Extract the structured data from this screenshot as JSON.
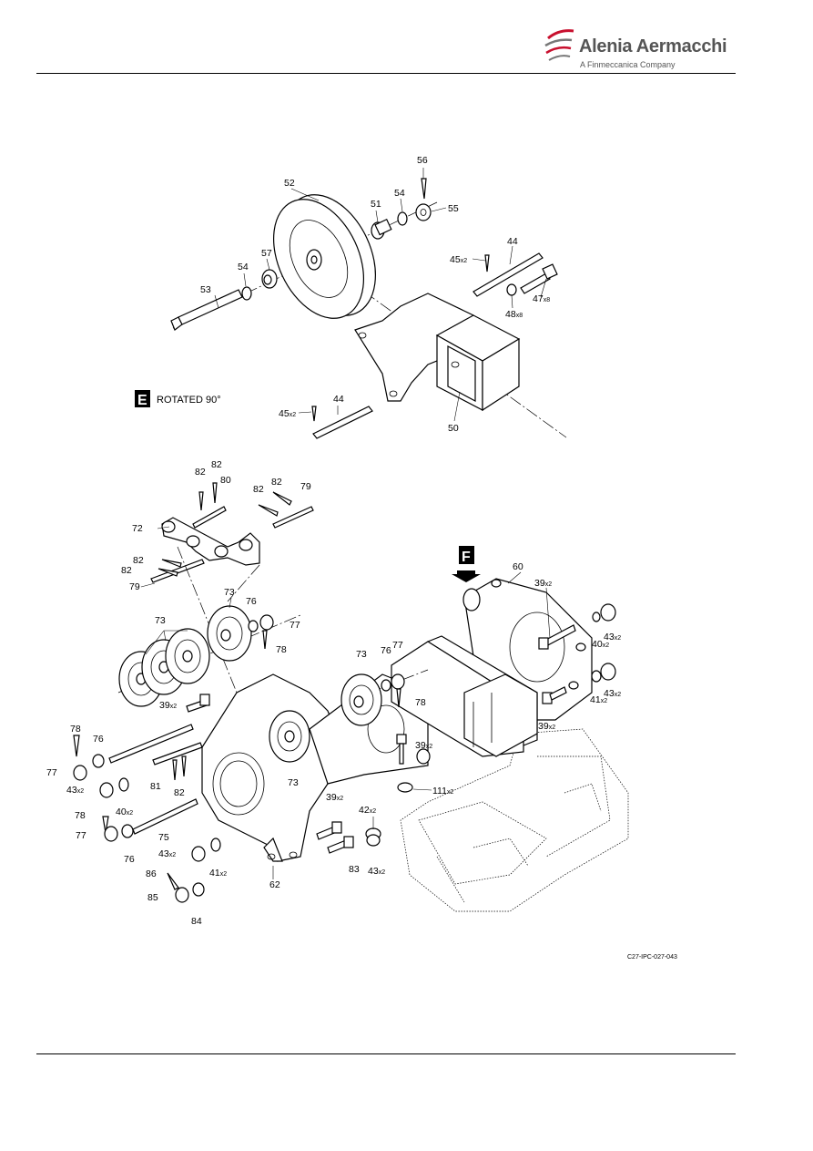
{
  "header": {
    "brand_name": "Alenia Aermacchi",
    "brand_tagline": "A Finmeccanica Company",
    "logo_icon": "alenia-swoosh-icon",
    "accent_color": "#c8102e"
  },
  "figure": {
    "view_e": {
      "letter": "E",
      "caption": "ROTATED 90°"
    },
    "view_f": {
      "letter": "F"
    },
    "figure_id": "C27-IPC-027-043",
    "callouts": {
      "c56": "56",
      "c52": "52",
      "c51": "51",
      "c54a": "54",
      "c55": "55",
      "c44a": "44",
      "c45a": "45",
      "q45a": "x2",
      "c57": "57",
      "c54b": "54",
      "c53": "53",
      "c47": "47",
      "q47": "x8",
      "c48": "48",
      "q48": "x8",
      "c44b": "44",
      "c45b": "45",
      "q45b": "x2",
      "c50": "50",
      "c82a": "82",
      "c82b": "82",
      "c80": "80",
      "c82c": "82",
      "c82d": "82",
      "c79a": "79",
      "c72": "72",
      "c82e": "82",
      "c82f": "82",
      "c79b": "79",
      "c73a": "73",
      "c76a": "76",
      "c77a": "77",
      "c78a": "78",
      "c73b": "73",
      "c39a": "39",
      "q39a": "x2",
      "c73c": "73",
      "c76b": "76",
      "c77b": "77",
      "c78b": "78",
      "c60": "60",
      "c39b": "39",
      "q39b": "x2",
      "c43a": "43",
      "q43a": "x2",
      "c40a": "40",
      "q40a": "x2",
      "c41a": "41",
      "q41a": "x2",
      "c43b": "43",
      "q43b": "x2",
      "c39c": "39",
      "q39c": "x2",
      "c39d": "39",
      "q39d": "x2",
      "c111": "111",
      "q111": "x2",
      "c78c": "78",
      "c76c": "76",
      "c77c": "77",
      "c43c": "43",
      "q43c": "x2",
      "c81": "81",
      "c82g": "82",
      "c73d": "73",
      "c40b": "40",
      "q40b": "x2",
      "c39e": "39",
      "q39e": "x2",
      "c42": "42",
      "q42": "x2",
      "c78d": "78",
      "c77d": "77",
      "c75": "75",
      "c76d": "76",
      "c43d": "43",
      "q43d": "x2",
      "c41b": "41",
      "q41b": "x2",
      "c83": "83",
      "c43e": "43",
      "q43e": "x2",
      "c62": "62",
      "c86": "86",
      "c85": "85",
      "c84": "84"
    }
  }
}
